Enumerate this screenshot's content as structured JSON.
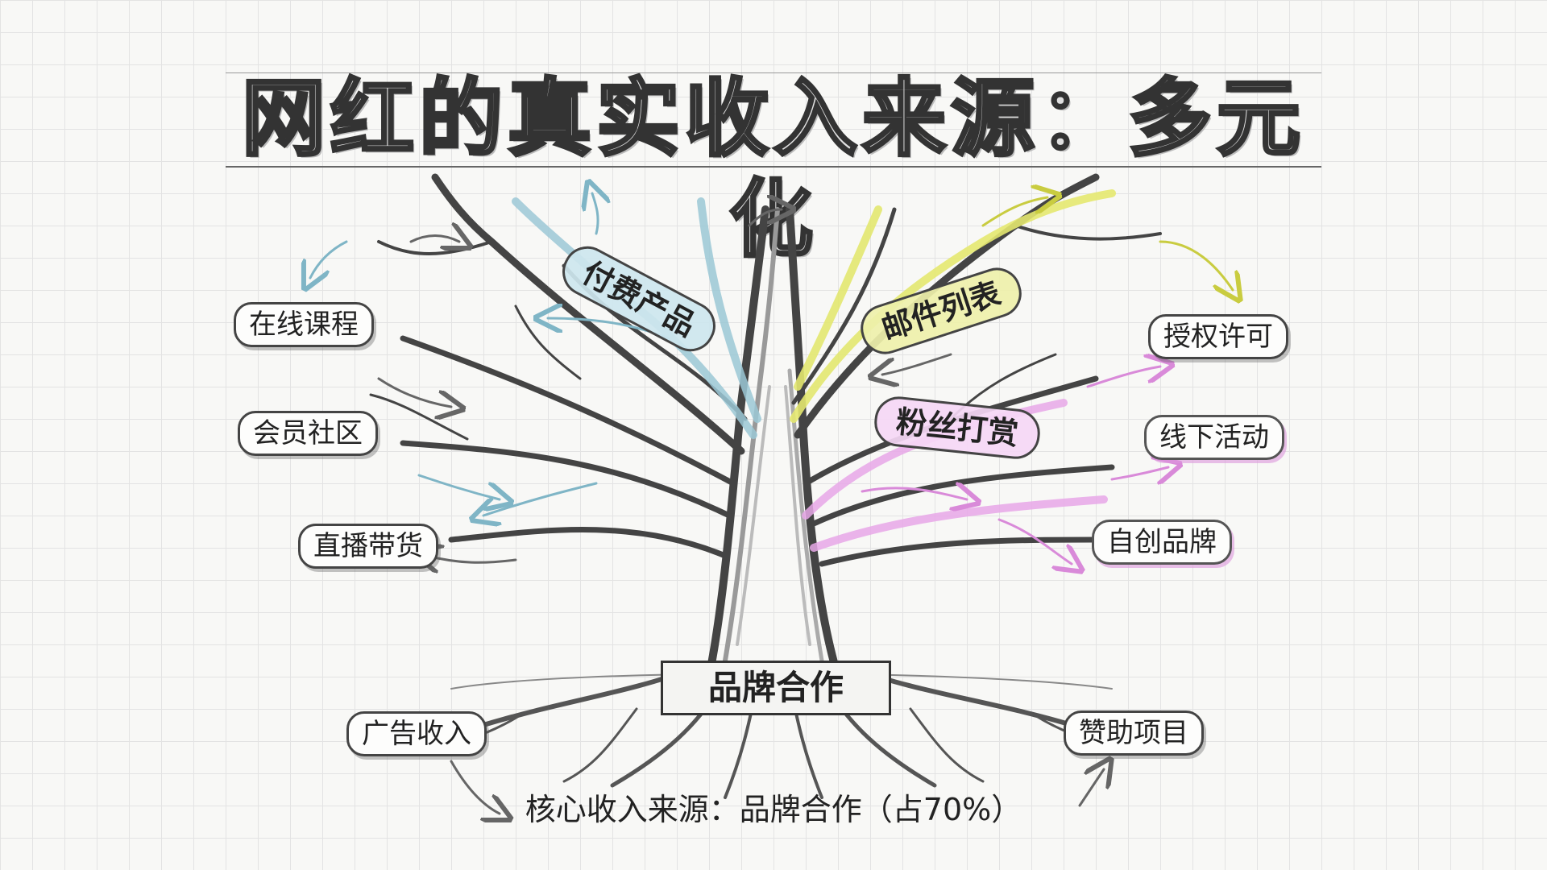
{
  "title": "网红的真实收入来源：多元化",
  "branches": {
    "paid_products": "付费产品",
    "email_list": "邮件列表",
    "fan_tips": "粉丝打赏"
  },
  "left_items": [
    "在线课程",
    "会员社区",
    "直播带货"
  ],
  "right_items": [
    "授权许可",
    "线下活动",
    "自创品牌"
  ],
  "root_banner": "品牌合作",
  "bottom_left": "广告收入",
  "bottom_right": "赞助项目",
  "footer": "核心收入来源：品牌合作（占70%）",
  "colors": {
    "blue_branch": "#9cc8d6",
    "yellow_branch": "#e4e870",
    "pink_branch": "#e8a8e8",
    "ink": "#333333"
  }
}
